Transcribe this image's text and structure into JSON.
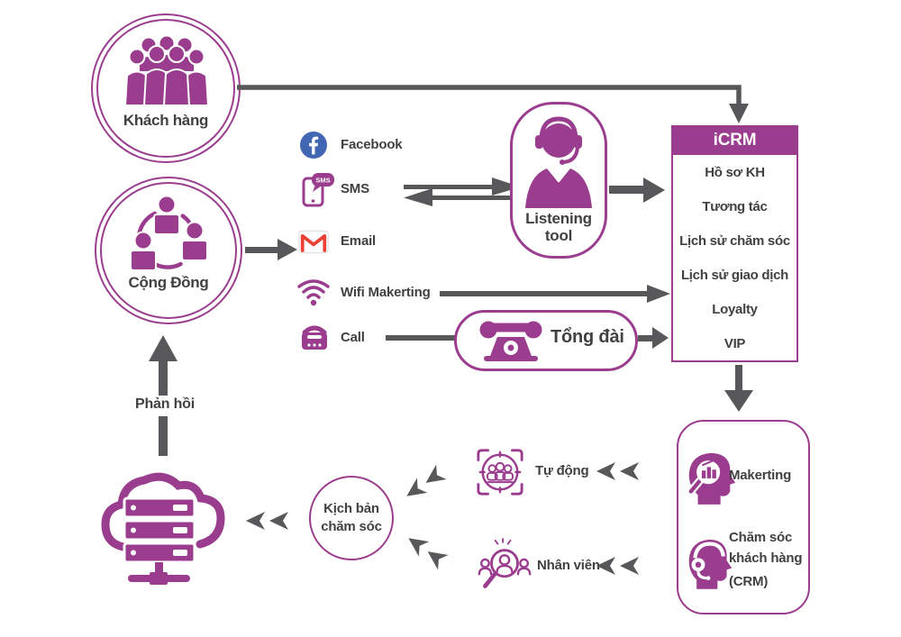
{
  "colors": {
    "purple": "#9B3D8E",
    "arrow_gray": "#58585A",
    "text_dark": "#414042",
    "facebook_blue": "#4267B2",
    "gmail_red": "#EA4335"
  },
  "customers": {
    "label": "Khách hàng"
  },
  "community": {
    "label": "Cộng Đồng"
  },
  "channels": {
    "facebook": {
      "label": "Facebook"
    },
    "sms": {
      "label": "SMS",
      "bubble_text": "SMS"
    },
    "email": {
      "label": "Email"
    },
    "wifi": {
      "label": "Wifi Makerting"
    },
    "call": {
      "label": "Call"
    }
  },
  "listening_tool": {
    "label": "Listening tool"
  },
  "icrm": {
    "title": "iCRM",
    "items": [
      "Hồ sơ KH",
      "Tương tác",
      "Lịch sử chăm sóc",
      "Lịch sử giao dịch",
      "Loyalty",
      "VIP"
    ]
  },
  "call_center": {
    "label": "Tổng đài"
  },
  "output_box": {
    "marketing": {
      "label": "Makerting"
    },
    "care": {
      "lines": [
        "Chăm sóc",
        "khách hàng",
        "(CRM)"
      ]
    }
  },
  "automation": {
    "label": "Tự động"
  },
  "staff": {
    "label": "Nhân viên"
  },
  "scenario": {
    "lines": [
      "Kịch bản",
      "chăm sóc"
    ]
  },
  "feedback": {
    "label": "Phản hồi"
  }
}
